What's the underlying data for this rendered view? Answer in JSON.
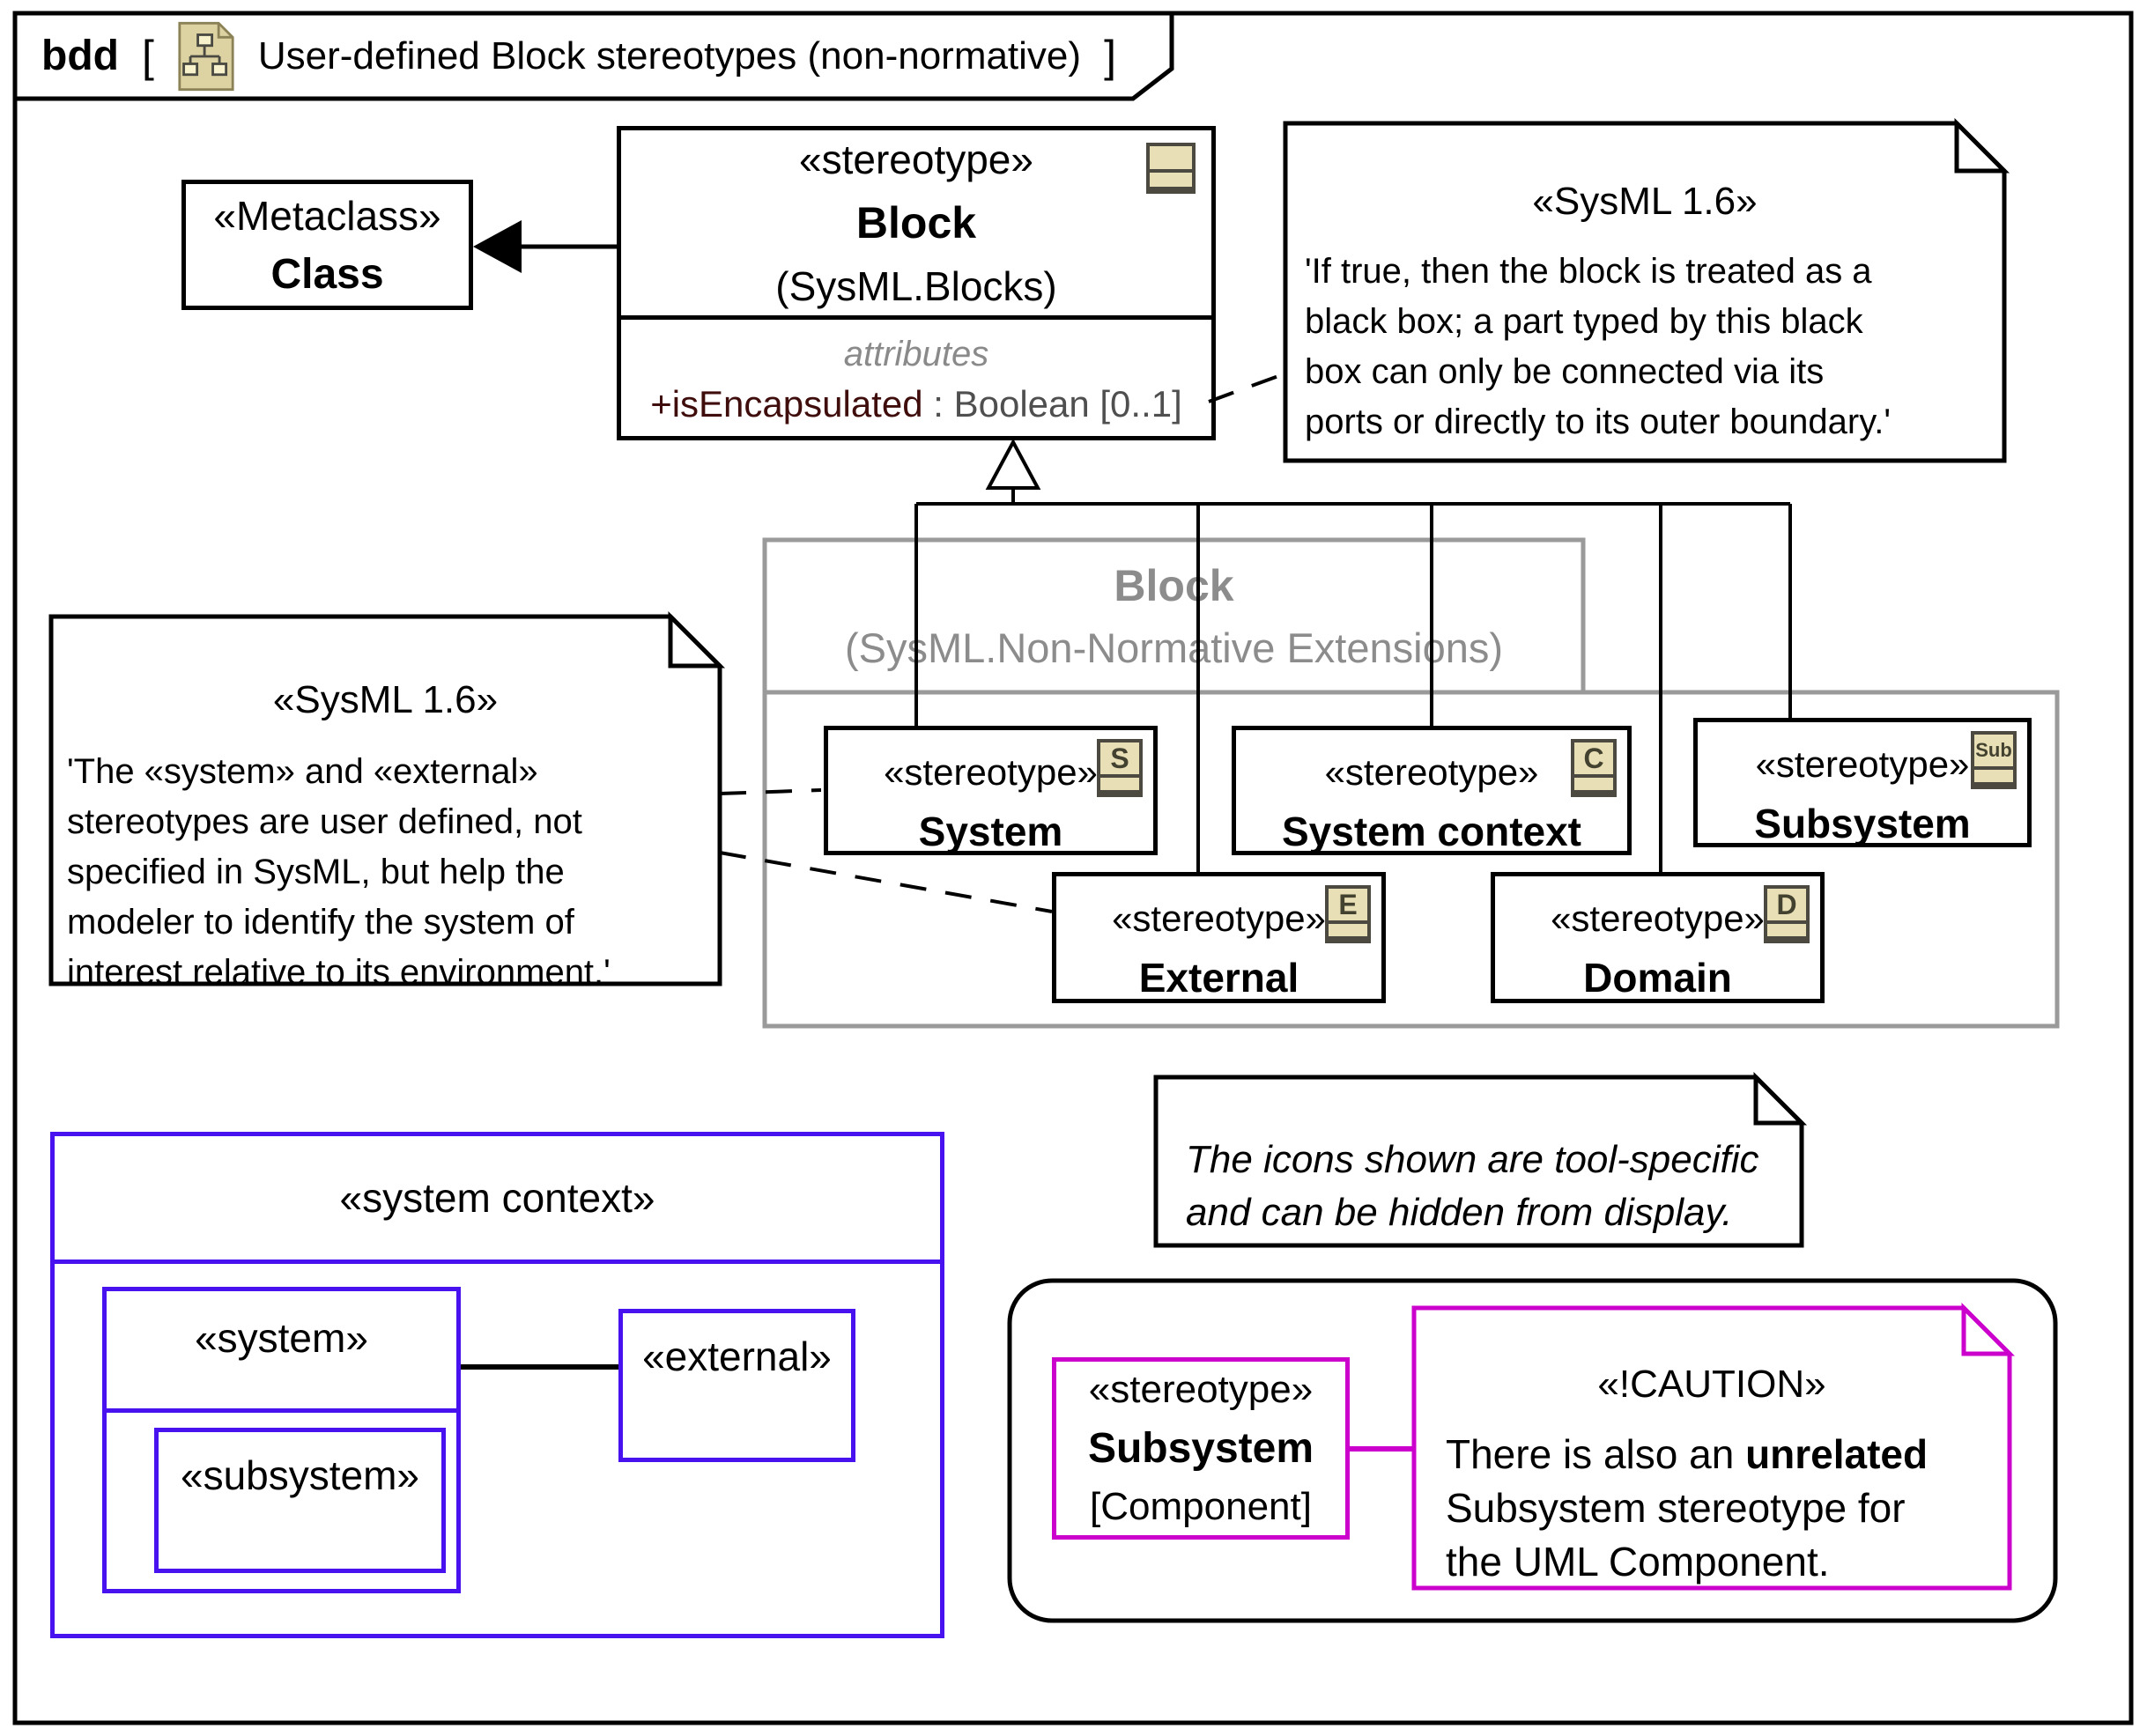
{
  "frame": {
    "keyword": "bdd",
    "bracket_open": "[",
    "title": "User-defined Block stereotypes (non-normative)",
    "bracket_close": "]",
    "diagram_icon": "bdd-document-icon"
  },
  "metaclass_box": {
    "stereotype": "«Metaclass»",
    "name": "Class"
  },
  "block_box": {
    "stereotype": "«stereotype»",
    "name": "Block",
    "package": "(SysML.Blocks)",
    "attributes_label": "attributes",
    "attribute_name": "+isEncapsulated",
    "attribute_type": " : Boolean [0..1]"
  },
  "note_block": {
    "title": "«SysML 1.6»",
    "lines": [
      "'If true, then the block is treated as a",
      "black box; a part typed by this black",
      "box can only be connected via its",
      "ports or directly to its outer boundary.'"
    ]
  },
  "package": {
    "name": "Block",
    "qualifier": "(SysML.Non-Normative Extensions)"
  },
  "stereotypes": [
    {
      "stereotype": "«stereotype»",
      "name": "System",
      "icon": "S"
    },
    {
      "stereotype": "«stereotype»",
      "name": "System context",
      "icon": "C"
    },
    {
      "stereotype": "«stereotype»",
      "name": "Subsystem",
      "icon": "Sub"
    },
    {
      "stereotype": "«stereotype»",
      "name": "External",
      "icon": "E"
    },
    {
      "stereotype": "«stereotype»",
      "name": "Domain",
      "icon": "D"
    }
  ],
  "note_user": {
    "title": "«SysML 1.6»",
    "lines": [
      "'The «system» and «external»",
      "stereotypes are user defined, not",
      "specified in SysML, but help the",
      "modeler to identify the system of",
      "interest relative to its environment.'"
    ]
  },
  "system_context": {
    "title": "«system context»",
    "system": "«system»",
    "subsystem": "«subsystem»",
    "external": "«external»"
  },
  "note_icons": {
    "lines": [
      "The icons shown are tool-specific",
      "and can be hidden from display."
    ]
  },
  "caution_group": {
    "box": {
      "stereotype": "«stereotype»",
      "name": "Subsystem",
      "qualifier": "[Component]"
    },
    "note": {
      "title": "«!CAUTION»",
      "line1_pre": "There is also an ",
      "line1_bold": "unrelated",
      "lines": [
        "Subsystem stereotype for",
        "the UML Component."
      ]
    }
  },
  "colors": {
    "accent_blue": "#4812f0",
    "accent_magenta": "#cc00cc",
    "icon_tan": "#e9dfb6",
    "package_gray": "#9a9a9a",
    "attribute_maroon": "#400d0d"
  }
}
